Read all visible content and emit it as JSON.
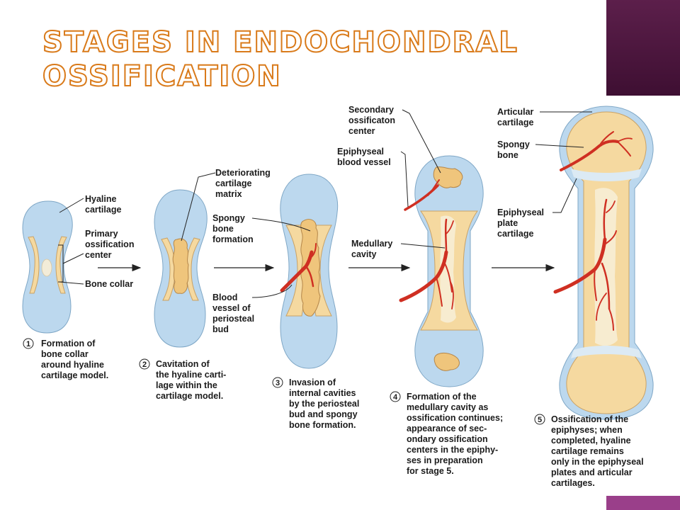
{
  "title": {
    "line1": "Stages in Endochondral",
    "line2": "Ossification"
  },
  "labels": {
    "hyaline_cartilage": [
      "Hyaline",
      "cartilage"
    ],
    "primary_ossification_center": [
      "Primary",
      "ossification",
      "center"
    ],
    "bone_collar": [
      "Bone collar"
    ],
    "deteriorating_cartilage_matrix": [
      "Deteriorating",
      "cartilage",
      "matrix"
    ],
    "spongy_bone_formation": [
      "Spongy",
      "bone",
      "formation"
    ],
    "blood_vessel_periosteal_bud": [
      "Blood",
      "vessel of",
      "periosteal",
      "bud"
    ],
    "secondary_ossification_center": [
      "Secondary",
      "ossificaton",
      "center"
    ],
    "epiphyseal_blood_vessel": [
      "Epiphyseal",
      "blood vessel"
    ],
    "medullary_cavity": [
      "Medullary",
      "cavity"
    ],
    "articular_cartilage": [
      "Articular",
      "cartilage"
    ],
    "spongy_bone": [
      "Spongy",
      "bone"
    ],
    "epiphyseal_plate_cartilage": [
      "Epiphyseal",
      "plate",
      "cartilage"
    ]
  },
  "stages": [
    {
      "number": "1",
      "caption": [
        "Formation of",
        "bone collar",
        "around hyaline",
        "cartilage model."
      ]
    },
    {
      "number": "2",
      "caption": [
        "Cavitation of",
        "the hyaline carti-",
        "lage within the",
        "cartilage model."
      ]
    },
    {
      "number": "3",
      "caption": [
        "Invasion of",
        "internal cavities",
        "by the periosteal",
        "bud and spongy",
        "bone formation."
      ]
    },
    {
      "number": "4",
      "caption": [
        "Formation of the",
        "medullary cavity as",
        "ossification continues;",
        "appearance of sec-",
        "ondary ossification",
        "centers in the epiphy-",
        "ses in preparation",
        "for stage 5."
      ]
    },
    {
      "number": "5",
      "caption": [
        "Ossification of the",
        "epiphyses; when",
        "completed, hyaline",
        "cartilage remains",
        "only in the epiphyseal",
        "plates and articular",
        "cartilages."
      ]
    }
  ],
  "colors": {
    "title_outline": "#d97a1a",
    "cartilage": "#bcd8ee",
    "bone": "#f5d9a0",
    "spongy_bone": "#efc57c",
    "vessel": "#cf2f22",
    "accent_block": "#4f1a41"
  }
}
